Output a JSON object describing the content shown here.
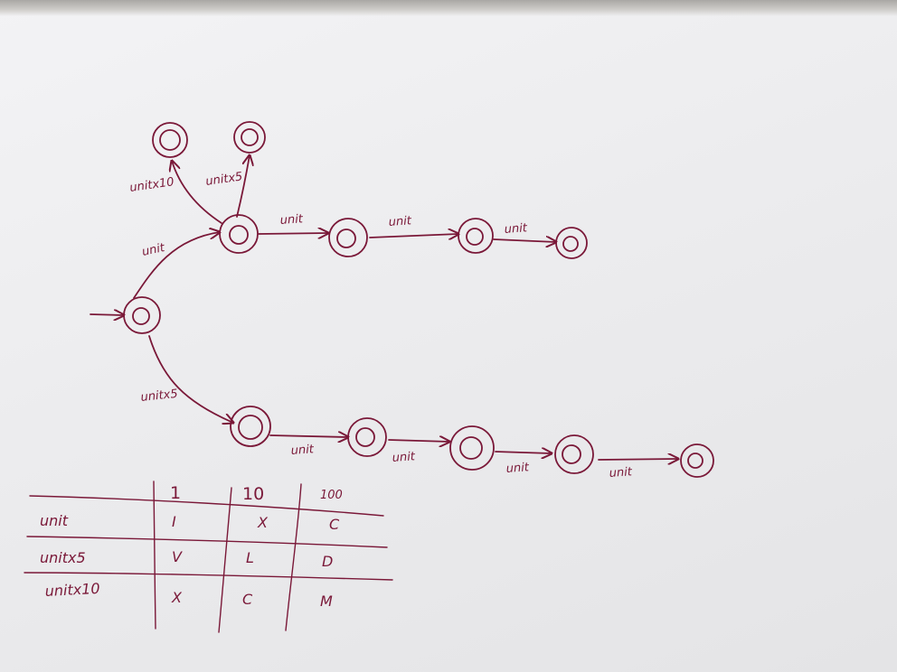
{
  "edges": {
    "start_to_upper": "unit",
    "upper_to_top_left": "unitx10",
    "upper_to_top_mid": "unitx5",
    "upper_chain_1": "unit",
    "upper_chain_2": "unit",
    "upper_chain_3": "unit",
    "start_to_lower": "unitx5",
    "lower_chain_1": "unit",
    "lower_chain_2": "unit",
    "lower_chain_3": "unit",
    "lower_chain_4": "unit"
  },
  "table": {
    "columns": [
      "1",
      "10",
      "100"
    ],
    "rows": [
      {
        "label": "unit",
        "values": [
          "I",
          "X",
          "C"
        ]
      },
      {
        "label": "unitx5",
        "values": [
          "V",
          "L",
          "D"
        ]
      },
      {
        "label": "unitx10",
        "values": [
          "X",
          "C",
          "M"
        ]
      }
    ]
  }
}
